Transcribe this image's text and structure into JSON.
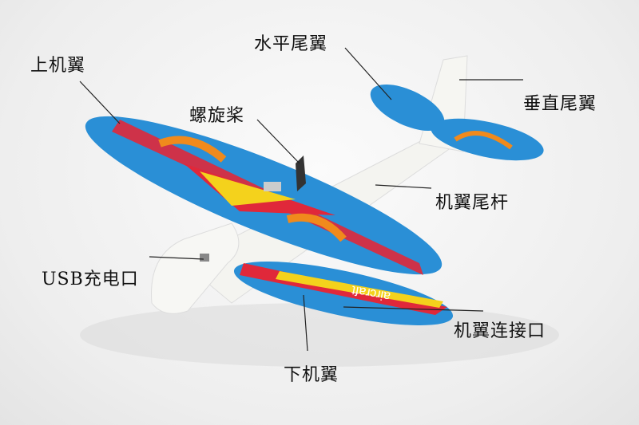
{
  "labels": {
    "upper_wing": "上机翼",
    "horizontal_tail": "水平尾翼",
    "propeller": "螺旋桨",
    "vertical_tail": "垂直尾翼",
    "tail_boom": "机翼尾杆",
    "usb_port": "USB充电口",
    "wing_connector": "机翼连接口",
    "lower_wing": "下机翼"
  },
  "wing_print": "aircraft",
  "colors": {
    "wing_blue": "#2a8fd6",
    "stripe_red": "#e0283a",
    "stripe_yellow": "#f4d21c",
    "foam_white": "#f7f7f4",
    "flame_orange": "#f08a1c"
  }
}
